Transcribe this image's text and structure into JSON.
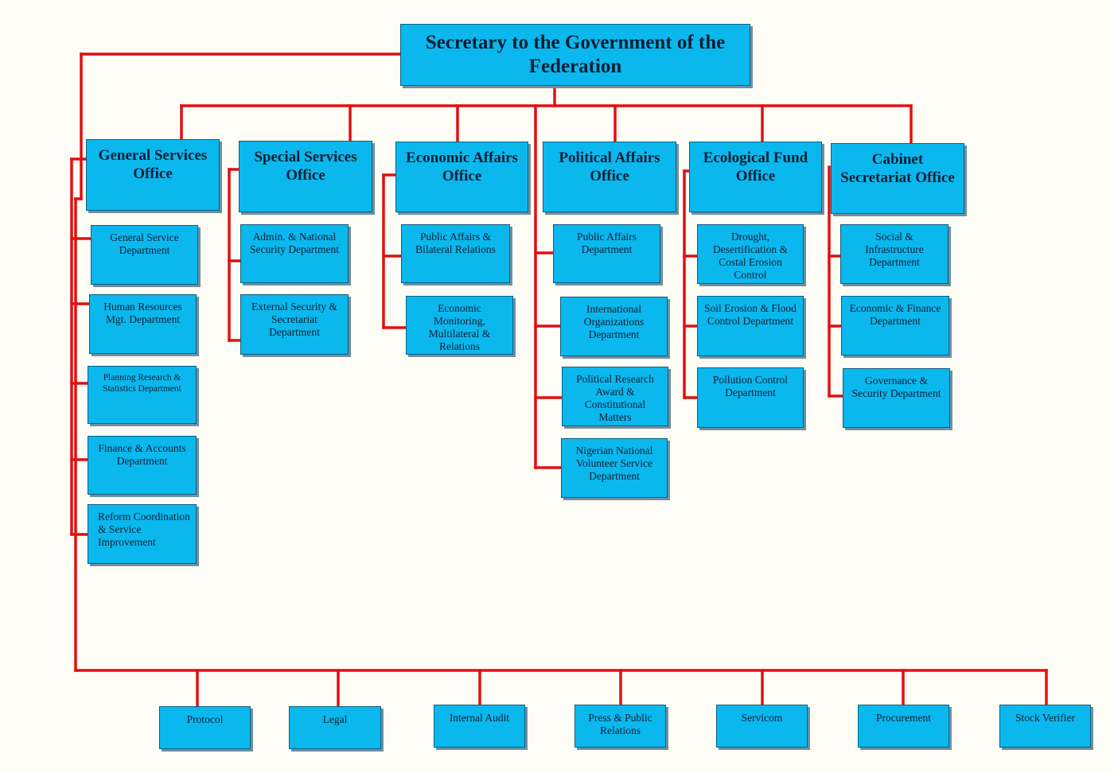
{
  "chart": {
    "top": "Secretary to the Government of the Federation",
    "offices": [
      "General Services Office",
      "Special Services Office",
      "Economic Affairs Office",
      "Political Affairs Office",
      "Ecological Fund Office",
      "Cabinet Secretariat Office"
    ],
    "general_services": [
      "General Service Department",
      "Human Resources Mgt. Department",
      "Planning Research & Statistics Department",
      "Finance & Accounts Department",
      "Reform Coordination & Service Improvement"
    ],
    "special_services": [
      "Admin. & National Security Department",
      "External Security & Secretariat Department"
    ],
    "economic_affairs": [
      "Public Affairs & Bilateral Relations",
      "Economic Monitoring, Multilateral & Relations"
    ],
    "political_affairs": [
      "Public Affairs Department",
      "International Organizations Department",
      "Political Research Award & Constitutional Matters",
      "Nigerian National Volunteer Service Department"
    ],
    "ecological_fund": [
      "Drought, Desertification & Costal Erosion Control",
      "Soil Erosion & Flood Control Department",
      "Pollution Control Department"
    ],
    "cabinet_secretariat": [
      "Social & Infrastructure Department",
      "Economic & Finance Department",
      "Governance & Security Department"
    ],
    "bottom_units": [
      "Protocol",
      "Legal",
      "Internal Audit",
      "Press & Public Relations",
      "Servicom",
      "Procurement",
      "Stock Verifier"
    ]
  },
  "colors": {
    "box_fill": "#0ab8ee",
    "connector": "#e01010"
  }
}
